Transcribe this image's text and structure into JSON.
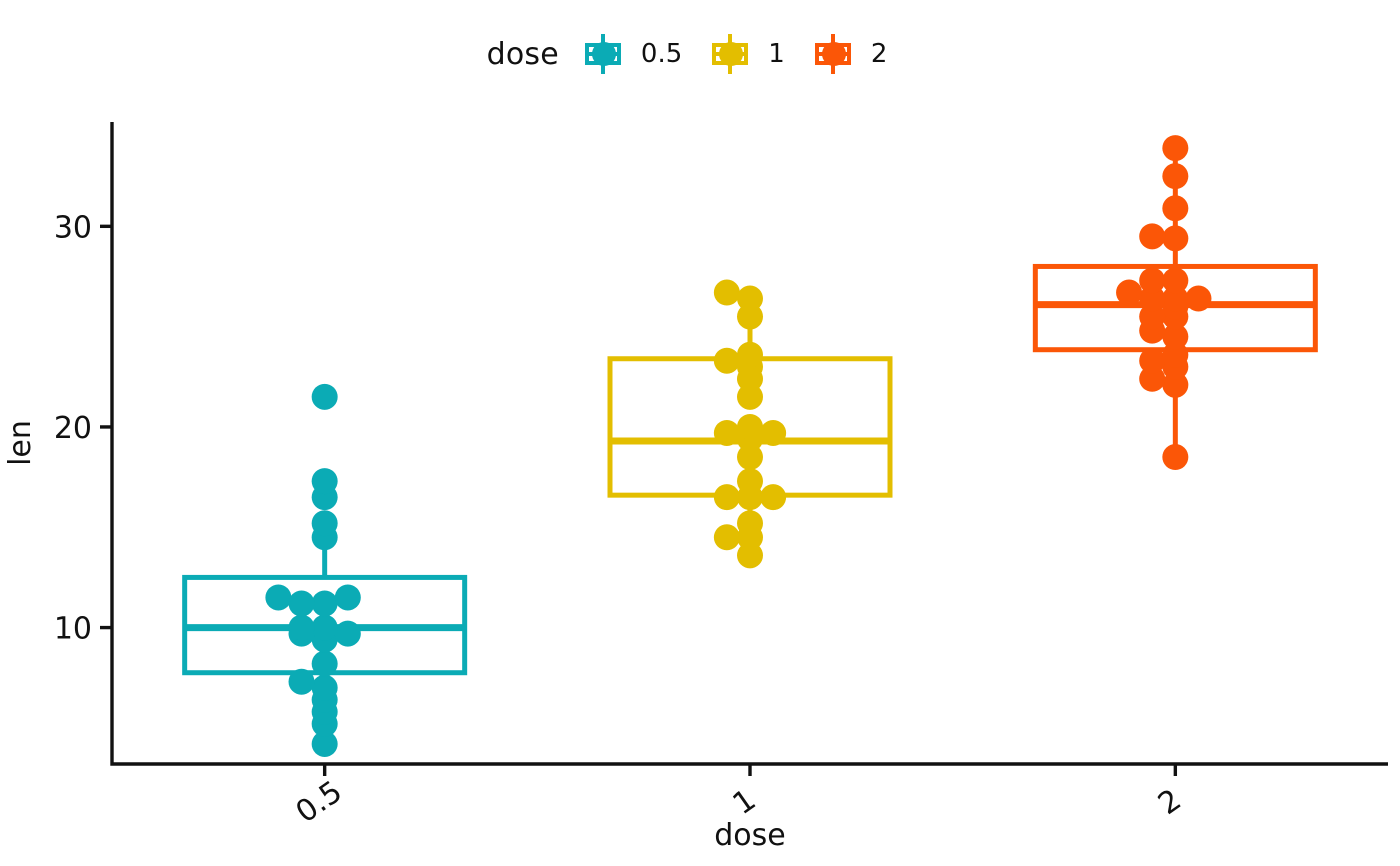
{
  "chart_data": {
    "type": "box",
    "title": "",
    "xlabel": "dose",
    "ylabel": "len",
    "categories": [
      "0.5",
      "1",
      "2"
    ],
    "xlim": [
      0,
      3
    ],
    "ylim": [
      3.2,
      35.2
    ],
    "yticks": [
      10,
      20,
      30
    ],
    "ytick_labels": [
      "10",
      "20",
      "30"
    ],
    "xtick_labels": [
      "0.5",
      "1",
      "2"
    ],
    "grid": false,
    "legend": {
      "title": "dose",
      "position": "top",
      "entries": [
        {
          "label": "0.5",
          "color": "#0BABB5"
        },
        {
          "label": "1",
          "color": "#E3BE00"
        },
        {
          "label": "2",
          "color": "#FB5607"
        }
      ]
    },
    "series": [
      {
        "name": "0.5",
        "color": "#0BABB5",
        "box": {
          "q1": 7.75,
          "median": 10.0,
          "q3": 12.5,
          "whisker_low": 4.2,
          "whisker_high": 15.2
        },
        "points": [
          4.2,
          5.2,
          5.8,
          6.4,
          7.0,
          7.3,
          8.2,
          9.4,
          9.7,
          9.7,
          10.0,
          10.0,
          11.2,
          11.2,
          11.5,
          11.5,
          14.5,
          15.2,
          16.5,
          17.3,
          21.5
        ]
      },
      {
        "name": "1",
        "color": "#E3BE00",
        "box": {
          "q1": 16.6,
          "median": 19.3,
          "q3": 23.4,
          "whisker_low": 13.6,
          "whisker_high": 26.7
        },
        "points": [
          13.6,
          14.5,
          14.5,
          15.2,
          16.5,
          16.5,
          16.5,
          17.3,
          18.5,
          19.4,
          19.7,
          19.7,
          20.0,
          21.5,
          22.4,
          23.0,
          23.3,
          23.6,
          25.5,
          26.4,
          26.7
        ]
      },
      {
        "name": "2",
        "color": "#FB5607",
        "box": {
          "q1": 23.85,
          "median": 26.1,
          "q3": 28.0,
          "whisker_low": 18.5,
          "whisker_high": 33.9
        },
        "points": [
          18.5,
          22.1,
          22.4,
          23.0,
          23.3,
          23.6,
          24.5,
          24.8,
          25.5,
          25.5,
          26.0,
          26.4,
          26.4,
          26.4,
          26.7,
          27.3,
          27.3,
          29.4,
          29.5,
          30.9,
          32.5,
          33.9
        ]
      }
    ]
  }
}
